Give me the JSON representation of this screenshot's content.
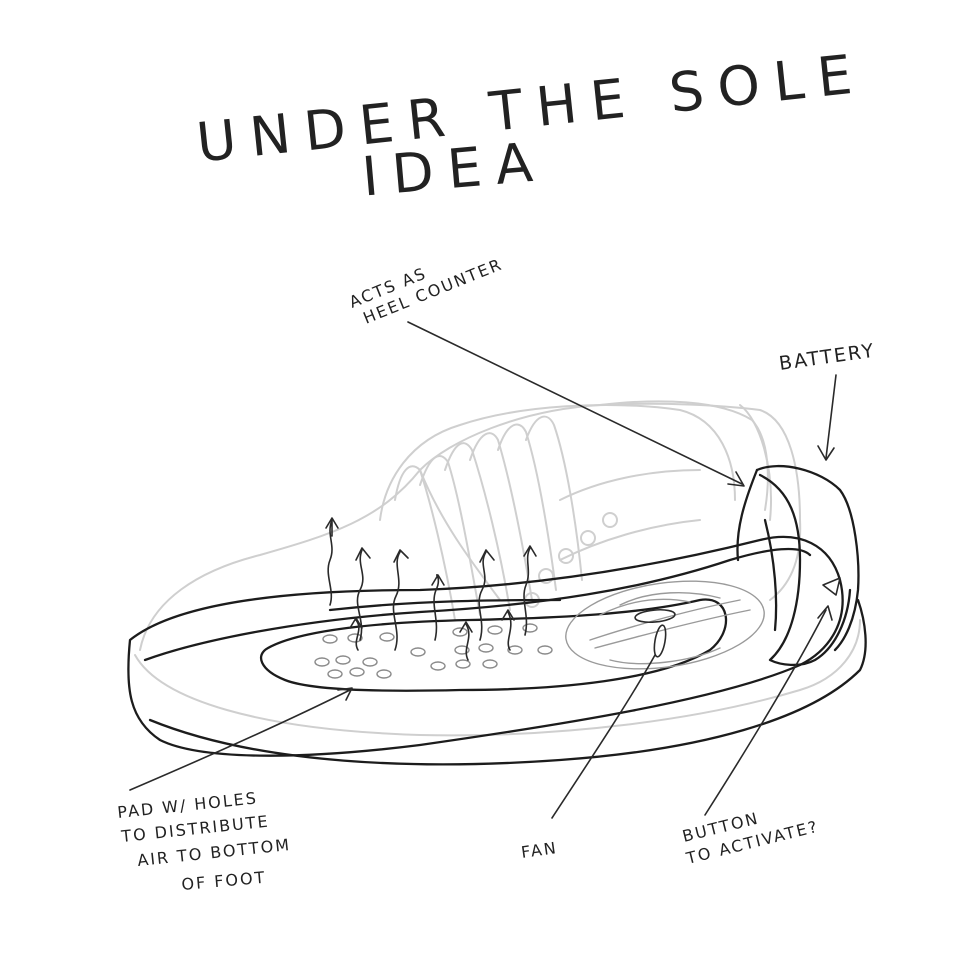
{
  "title": {
    "line1": "UNDER THE SOLE",
    "line2": "IDEA"
  },
  "annotations": {
    "heel_counter": {
      "line1": "ACTS AS",
      "line2": "HEEL COUNTER"
    },
    "battery": {
      "text": "BATTERY"
    },
    "pad": {
      "line1": "PAD W/ HOLES",
      "line2": "TO DISTRIBUTE",
      "line3": "AIR TO BOTTOM",
      "line4": "OF FOOT"
    },
    "fan": {
      "text": "FAN"
    },
    "button": {
      "line1": "BUTTON",
      "line2": "TO ACTIVATE?"
    }
  },
  "components": [
    {
      "name": "heel-counter-battery-housing",
      "label": "Acts as heel counter"
    },
    {
      "name": "battery",
      "label": "Battery"
    },
    {
      "name": "perforated-pad",
      "label": "Pad w/ holes to distribute air to bottom of foot"
    },
    {
      "name": "fan",
      "label": "Fan"
    },
    {
      "name": "activation-button",
      "label": "Button to activate?"
    }
  ],
  "colors": {
    "ink": "#1c1c1c",
    "ghost_shoe": "#cfcfcf",
    "paper": "#ffffff"
  }
}
